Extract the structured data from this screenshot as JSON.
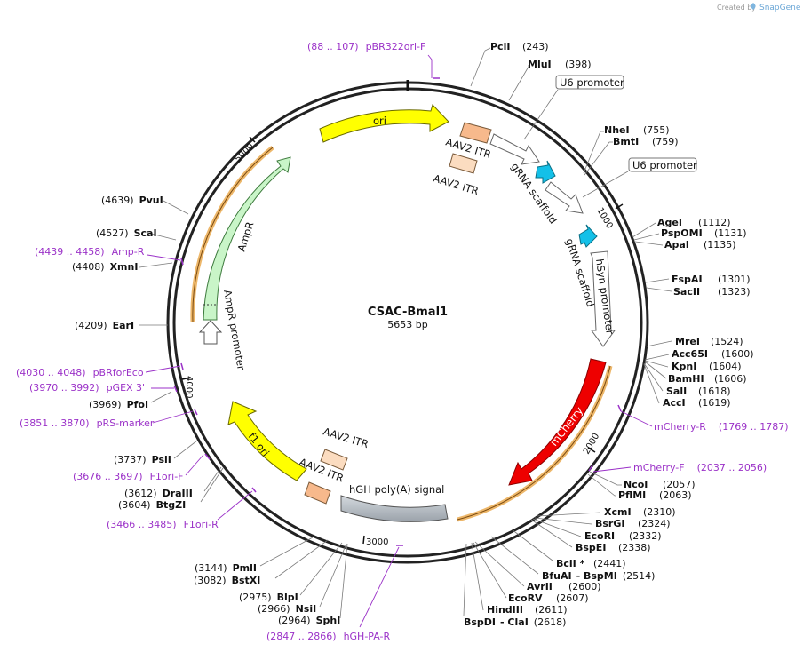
{
  "brand": {
    "created_by": "Created by",
    "name": "SnapGene"
  },
  "plasmid": {
    "name": "CSAC-Bmal1",
    "length": "5653 bp"
  },
  "ticks": [
    "1000",
    "2000",
    "3000",
    "4000",
    "5000"
  ],
  "features": {
    "ori": "ori",
    "aav2_itr_1": "AAV2 ITR",
    "aav2_itr_2": "AAV2 ITR",
    "aav2_itr_3": "AAV2 ITR",
    "aav2_itr_4": "AAV2 ITR",
    "grna_1": "gRNA scaffold",
    "grna_2": "gRNA scaffold",
    "u6_1": "U6 promoter",
    "u6_2": "U6 promoter",
    "hsyn": "hSyn promoter",
    "mcherry": "mCherry",
    "hgh": "hGH poly(A) signal",
    "f1ori": "f1 ori",
    "ampr": "AmpR",
    "ampr_promoter": "AmpR promoter"
  },
  "enzymes_right": [
    {
      "name": "PciI",
      "pos": "(243)"
    },
    {
      "name": "MluI",
      "pos": "(398)"
    },
    {
      "name": "NheI",
      "pos": "(755)"
    },
    {
      "name": "BmtI",
      "pos": "(759)"
    },
    {
      "name": "AgeI",
      "pos": "(1112)"
    },
    {
      "name": "PspOMI",
      "pos": "(1131)"
    },
    {
      "name": "ApaI",
      "pos": "(1135)"
    },
    {
      "name": "FspAI",
      "pos": "(1301)"
    },
    {
      "name": "SacII",
      "pos": "(1323)"
    },
    {
      "name": "MreI",
      "pos": "(1524)"
    },
    {
      "name": "Acc65I",
      "pos": "(1600)"
    },
    {
      "name": "KpnI",
      "pos": "(1604)"
    },
    {
      "name": "BamHI",
      "pos": "(1606)"
    },
    {
      "name": "SalI",
      "pos": "(1618)"
    },
    {
      "name": "AccI",
      "pos": "(1619)"
    },
    {
      "name": "NcoI",
      "pos": "(2057)"
    },
    {
      "name": "PflMI",
      "pos": "(2063)"
    },
    {
      "name": "XcmI",
      "pos": "(2310)"
    },
    {
      "name": "BsrGI",
      "pos": "(2324)"
    },
    {
      "name": "EcoRI",
      "pos": "(2332)"
    },
    {
      "name": "BspEI",
      "pos": "(2338)"
    },
    {
      "name": "BclI *",
      "pos": "(2441)"
    },
    {
      "name": "BfuAI",
      "pos": ""
    },
    {
      "name": "- BspMI",
      "pos": "(2514)"
    },
    {
      "name": "AvrII",
      "pos": "(2600)"
    },
    {
      "name": "EcoRV",
      "pos": "(2607)"
    },
    {
      "name": "HindIII",
      "pos": "(2611)"
    },
    {
      "name": "BspDI",
      "pos": ""
    },
    {
      "name": "- ClaI",
      "pos": "(2618)"
    }
  ],
  "enzymes_left": [
    {
      "name": "PvuI",
      "pos": "(4639)"
    },
    {
      "name": "ScaI",
      "pos": "(4527)"
    },
    {
      "name": "XmnI",
      "pos": "(4408)"
    },
    {
      "name": "EarI",
      "pos": "(4209)"
    },
    {
      "name": "PfoI",
      "pos": "(3969)"
    },
    {
      "name": "PsiI",
      "pos": "(3737)"
    },
    {
      "name": "DraIII",
      "pos": "(3612)"
    },
    {
      "name": "BtgZI",
      "pos": "(3604)"
    },
    {
      "name": "PmlI",
      "pos": "(3144)"
    },
    {
      "name": "BstXI",
      "pos": "(3082)"
    },
    {
      "name": "BlpI",
      "pos": "(2975)"
    },
    {
      "name": "NsiI",
      "pos": "(2966)"
    },
    {
      "name": "SphI",
      "pos": "(2964)"
    }
  ],
  "primers": [
    {
      "range": "(88 .. 107)",
      "name": "pBR322ori-F"
    },
    {
      "range": "(1769 .. 1787)",
      "name": "mCherry-R"
    },
    {
      "range": "(2037 .. 2056)",
      "name": "mCherry-F"
    },
    {
      "range": "(2847 .. 2866)",
      "name": "hGH-PA-R"
    },
    {
      "range": "(3466 .. 3485)",
      "name": "F1ori-R"
    },
    {
      "range": "(3676 .. 3697)",
      "name": "F1ori-F"
    },
    {
      "range": "(3851 .. 3870)",
      "name": "pRS-marker"
    },
    {
      "range": "(3970 .. 3992)",
      "name": "pGEX 3'"
    },
    {
      "range": "(4030 .. 4048)",
      "name": "pBRforEco"
    },
    {
      "range": "(4439 .. 4458)",
      "name": "Amp-R"
    }
  ]
}
